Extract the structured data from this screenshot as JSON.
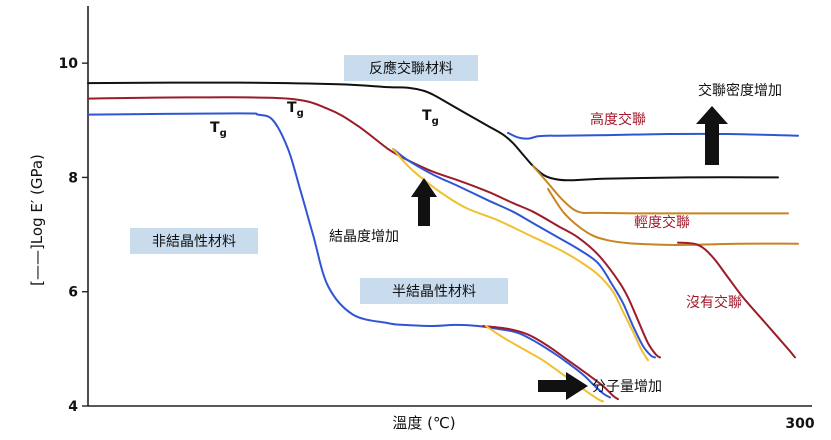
{
  "chart_data": {
    "type": "line",
    "title": "",
    "xlabel": "溫度 (℃)",
    "ylabel": "[——]Log E′ (GPa)",
    "x_tick_labels": [
      "300"
    ],
    "y_ticks": [
      4,
      6,
      8,
      10
    ],
    "ylim": [
      4,
      11
    ],
    "grid": false,
    "colors": {
      "amorphous": "#2f55d4",
      "semicrystalline_red": "#9c1c2a",
      "semicrystalline_blue": "#2f55d4",
      "semicrystalline_yellow": "#f0c030",
      "crosslinked_black": "#111111",
      "crosslinked_high": "#2f55d4",
      "crosslinked_light": "#c8841e",
      "crosslinked_none": "#9c1c2a",
      "box_bg": "#c8dcee",
      "arrow": "#111111",
      "red_text": "#a3182a"
    },
    "labels": {
      "amorphous": "非結晶性材料",
      "semicrystalline": "半結晶性材料",
      "crosslinked": "反應交聯材料",
      "crystallinity_up": "結晶度增加",
      "crosslink_density_up": "交聯密度增加",
      "molecular_weight_up": "分子量增加",
      "high_crosslink": "高度交聯",
      "light_crosslink": "輕度交聯",
      "no_crosslink": "沒有交聯",
      "tg_main": "T",
      "tg_sub": "g"
    },
    "series": [
      {
        "group": "amorphous",
        "color_key": "amorphous",
        "x": [
          0,
          150,
          170,
          185,
          200,
          212,
          225,
          240,
          265,
          300,
          315,
          345,
          368,
          390,
          410,
          430,
          450,
          468,
          480,
          495,
          505,
          515,
          522
        ],
        "y": [
          9.1,
          9.12,
          9.1,
          9.0,
          8.5,
          7.8,
          7.0,
          6.1,
          5.6,
          5.45,
          5.42,
          5.4,
          5.42,
          5.4,
          5.35,
          5.28,
          5.1,
          4.9,
          4.75,
          4.55,
          4.38,
          4.22,
          4.15
        ]
      },
      {
        "group": "semicrystalline",
        "color_key": "semicrystalline_red",
        "x": [
          0,
          100,
          200,
          240,
          270,
          300,
          320,
          345,
          370,
          400,
          425,
          445,
          470,
          490,
          510,
          530,
          540,
          550,
          560,
          568,
          572
        ],
        "y": [
          9.38,
          9.4,
          9.38,
          9.2,
          8.9,
          8.5,
          8.3,
          8.1,
          7.95,
          7.75,
          7.55,
          7.4,
          7.15,
          6.95,
          6.65,
          6.2,
          5.9,
          5.5,
          5.1,
          4.9,
          4.85
        ]
      },
      {
        "group": "semicrystalline",
        "color_key": "semicrystalline_blue",
        "x": [
          305,
          320,
          345,
          370,
          400,
          425,
          445,
          470,
          490,
          510,
          525,
          535,
          545,
          555,
          563,
          567
        ],
        "y": [
          8.5,
          8.3,
          8.05,
          7.85,
          7.6,
          7.4,
          7.2,
          6.95,
          6.75,
          6.5,
          6.1,
          5.8,
          5.4,
          5.05,
          4.88,
          4.85
        ]
      },
      {
        "group": "semicrystalline",
        "color_key": "semicrystalline_yellow",
        "x": [
          305,
          320,
          340,
          360,
          380,
          410,
          440,
          470,
          490,
          510,
          525,
          535,
          545,
          553,
          560
        ],
        "y": [
          8.5,
          8.2,
          7.9,
          7.65,
          7.45,
          7.25,
          7.0,
          6.75,
          6.55,
          6.3,
          6.0,
          5.65,
          5.3,
          5.0,
          4.8
        ]
      },
      {
        "group": "semicrystalline",
        "color_key": "semicrystalline_red",
        "x": [
          395,
          420,
          440,
          460,
          480,
          500,
          515,
          525,
          530
        ],
        "y": [
          5.4,
          5.35,
          5.25,
          5.05,
          4.8,
          4.55,
          4.35,
          4.18,
          4.12
        ]
      },
      {
        "group": "semicrystalline",
        "color_key": "semicrystalline_yellow",
        "x": [
          398,
          415,
          435,
          455,
          475,
          495,
          510,
          515
        ],
        "y": [
          5.4,
          5.2,
          5.0,
          4.8,
          4.55,
          4.3,
          4.12,
          4.08
        ]
      },
      {
        "group": "crosslinked",
        "color_key": "crosslinked_black",
        "x": [
          0,
          150,
          250,
          300,
          320,
          335,
          345,
          360,
          380,
          400,
          415,
          425,
          435,
          445,
          455,
          465,
          480,
          520,
          600,
          690
        ],
        "y": [
          9.65,
          9.66,
          9.63,
          9.58,
          9.57,
          9.52,
          9.45,
          9.3,
          9.1,
          8.9,
          8.75,
          8.6,
          8.4,
          8.2,
          8.05,
          7.98,
          7.95,
          7.98,
          8.0,
          8.0
        ]
      },
      {
        "group": "crosslinked",
        "color_key": "crosslinked_high",
        "x": [
          420,
          430,
          440,
          450,
          460,
          470,
          520,
          580,
          640,
          710
        ],
        "y": [
          8.78,
          8.7,
          8.68,
          8.72,
          8.73,
          8.73,
          8.74,
          8.76,
          8.76,
          8.73
        ]
      },
      {
        "group": "crosslinked",
        "color_key": "crosslinked_light",
        "x": [
          445,
          460,
          475,
          490,
          510,
          560,
          620,
          700
        ],
        "y": [
          8.2,
          7.9,
          7.6,
          7.4,
          7.38,
          7.37,
          7.37,
          7.37
        ]
      },
      {
        "group": "crosslinked",
        "color_key": "crosslinked_light",
        "x": [
          460,
          475,
          490,
          505,
          520,
          540,
          560,
          580,
          600,
          650,
          710
        ],
        "y": [
          7.8,
          7.4,
          7.15,
          6.98,
          6.9,
          6.85,
          6.83,
          6.82,
          6.82,
          6.84,
          6.84
        ]
      },
      {
        "group": "crosslinked",
        "color_key": "crosslinked_none",
        "x": [
          590,
          610,
          625,
          640,
          655,
          670,
          685,
          700,
          707
        ],
        "y": [
          6.86,
          6.82,
          6.6,
          6.25,
          5.9,
          5.6,
          5.3,
          5.0,
          4.85
        ]
      }
    ]
  }
}
